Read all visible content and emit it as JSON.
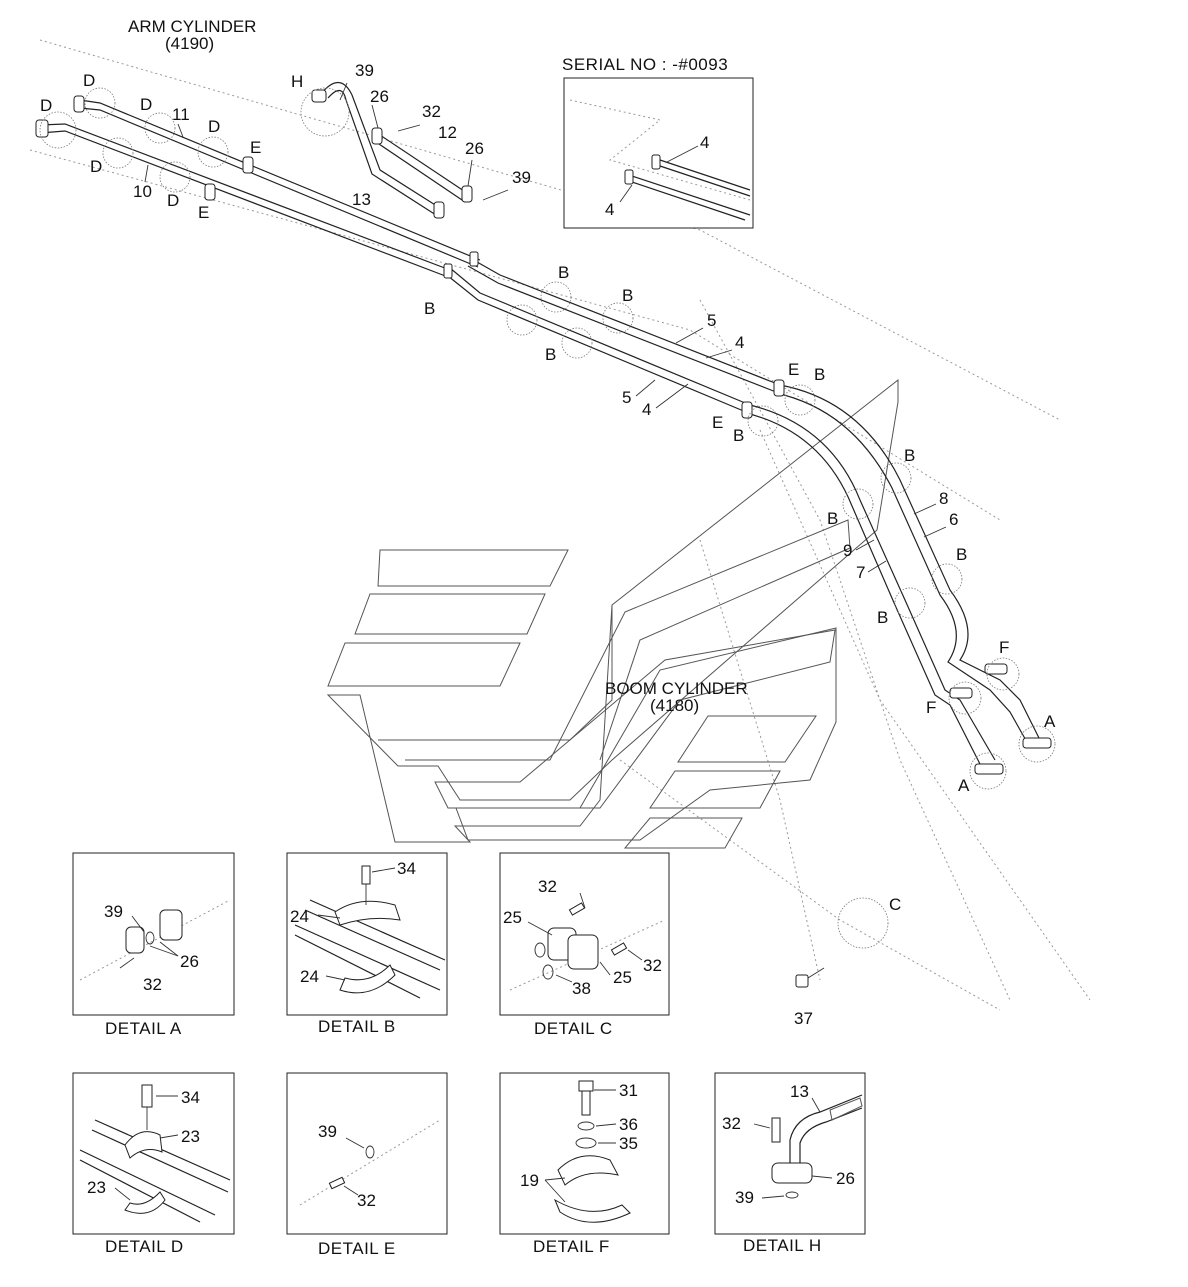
{
  "title_arm": "ARM CYLINDER",
  "title_arm_code": "(4190)",
  "title_boom": "BOOM CYLINDER",
  "title_boom_code": "(4180)",
  "serial_note": "SERIAL NO : -#0093",
  "details": {
    "a": "DETAIL  A",
    "b": "DETAIL  B",
    "c": "DETAIL  C",
    "d": "DETAIL  D",
    "e": "DETAIL  E",
    "f": "DETAIL  F",
    "h": "DETAIL  H"
  },
  "callouts": {
    "n39": "39",
    "n26": "26",
    "n32": "32",
    "n12": "12",
    "n13": "13",
    "n11": "11",
    "n10": "10",
    "n5": "5",
    "n4": "4",
    "n8": "8",
    "n6": "6",
    "n9": "9",
    "n7": "7",
    "n34": "34",
    "n24": "24",
    "n25": "25",
    "n38": "38",
    "n23": "23",
    "n31": "31",
    "n36": "36",
    "n35": "35",
    "n19": "19",
    "n37": "37",
    "lA": "A",
    "lB": "B",
    "lC": "C",
    "lD": "D",
    "lE": "E",
    "lF": "F",
    "lH": "H"
  }
}
